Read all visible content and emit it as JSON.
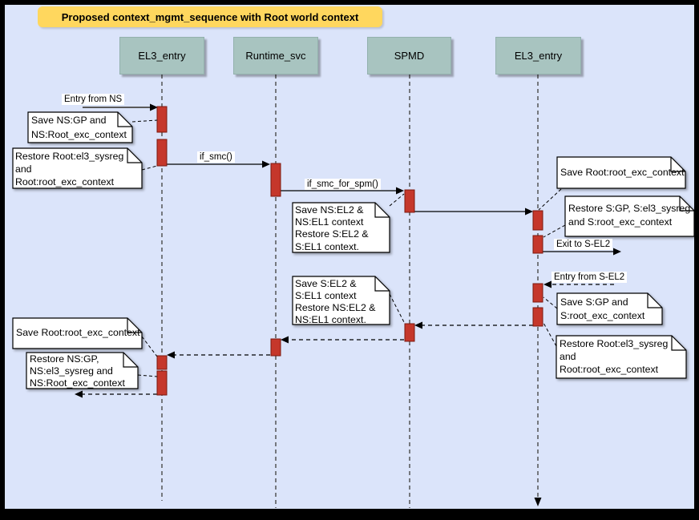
{
  "title": {
    "text": "Proposed context_mgmt_sequence with Root world context"
  },
  "lifelines": [
    {
      "label": "EL3_entry"
    },
    {
      "label": "Runtime_svc"
    },
    {
      "label": "SPMD"
    },
    {
      "label": "EL3_entry"
    }
  ],
  "messages": {
    "entry_from_ns": "Entry from NS",
    "if_smc": "if_smc()",
    "if_smc_for_spm": "if_smc_for_spm()",
    "exit_to_sel2": "Exit to S-EL2",
    "entry_from_sel2": "Entry from S-EL2"
  },
  "notes": {
    "save_ns_gp": [
      "Save NS:GP and",
      "NS:Root_exc_context"
    ],
    "restore_root_left": [
      "Restore Root:el3_sysreg",
      "and",
      "Root:root_exc_context"
    ],
    "spmd_save_ns": [
      "Save NS:EL2 &",
      "NS:EL1 context",
      "Restore S:EL2 &",
      "S:EL1 context."
    ],
    "spmd_save_s": [
      "Save S:EL2 &",
      "S:EL1 context",
      "Restore NS:EL2 &",
      "NS:EL1 context."
    ],
    "save_root_right": [
      "Save Root:root_exc_context"
    ],
    "restore_s": [
      "Restore S:GP, S:el3_sysreg",
      "and S:root_exc_context"
    ],
    "save_s_gp": [
      "Save S:GP and",
      "S:root_exc_context"
    ],
    "restore_root_right": [
      "Restore Root:el3_sysreg",
      "and",
      "Root:root_exc_context"
    ],
    "save_root_left": [
      "Save Root:root_exc_context"
    ],
    "restore_ns_gp": [
      "Restore NS:GP,",
      "NS:el3_sysreg and",
      "NS:Root_exc_context"
    ]
  },
  "colors": {
    "canvas_bg": "#dbe4fa",
    "frame": "#000000",
    "title_bg": "#ffd75e",
    "lifeline_header_fill": "#a8c4c0",
    "activation_fill": "#c5372b",
    "activation_stroke": "#7c190e",
    "note_fill": "#ffffff"
  }
}
